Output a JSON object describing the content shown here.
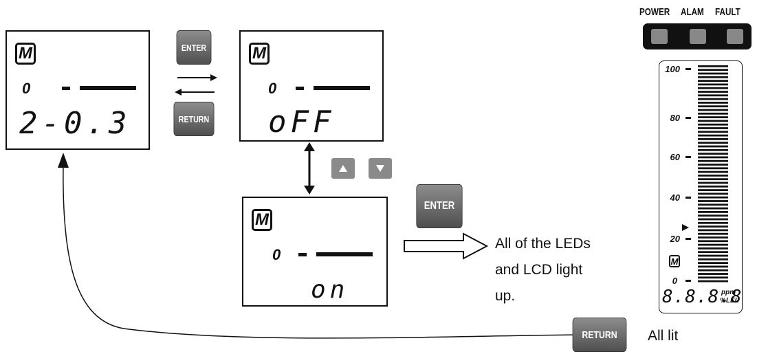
{
  "lcd_screens": [
    {
      "m": "M",
      "zero": "0",
      "segment": "2-0.3"
    },
    {
      "m": "M",
      "zero": "0",
      "segment": "oFF"
    },
    {
      "m": "M",
      "zero": "0",
      "segment": "on"
    }
  ],
  "buttons": {
    "enter": "ENTER",
    "return": "RETURN",
    "up_icon": "triangle-up-icon",
    "down_icon": "triangle-down-icon"
  },
  "annotations": {
    "result_line1": "All of the LEDs",
    "result_line2": "and LCD light",
    "result_line3": "up.",
    "all_lit": "All lit"
  },
  "status_leds": {
    "labels": [
      "POWER",
      "ALAM",
      "FAULT"
    ]
  },
  "gauge": {
    "ticks": [
      "100",
      "80",
      "60",
      "40",
      "20",
      "0"
    ],
    "m": "M",
    "digits": "8.8.8.8",
    "unit_top": "ppm",
    "unit_bottom": "%LEL"
  },
  "colors": {
    "button_gray": "#6a6a6a",
    "led_panel": "#111111",
    "led": "#888888"
  }
}
